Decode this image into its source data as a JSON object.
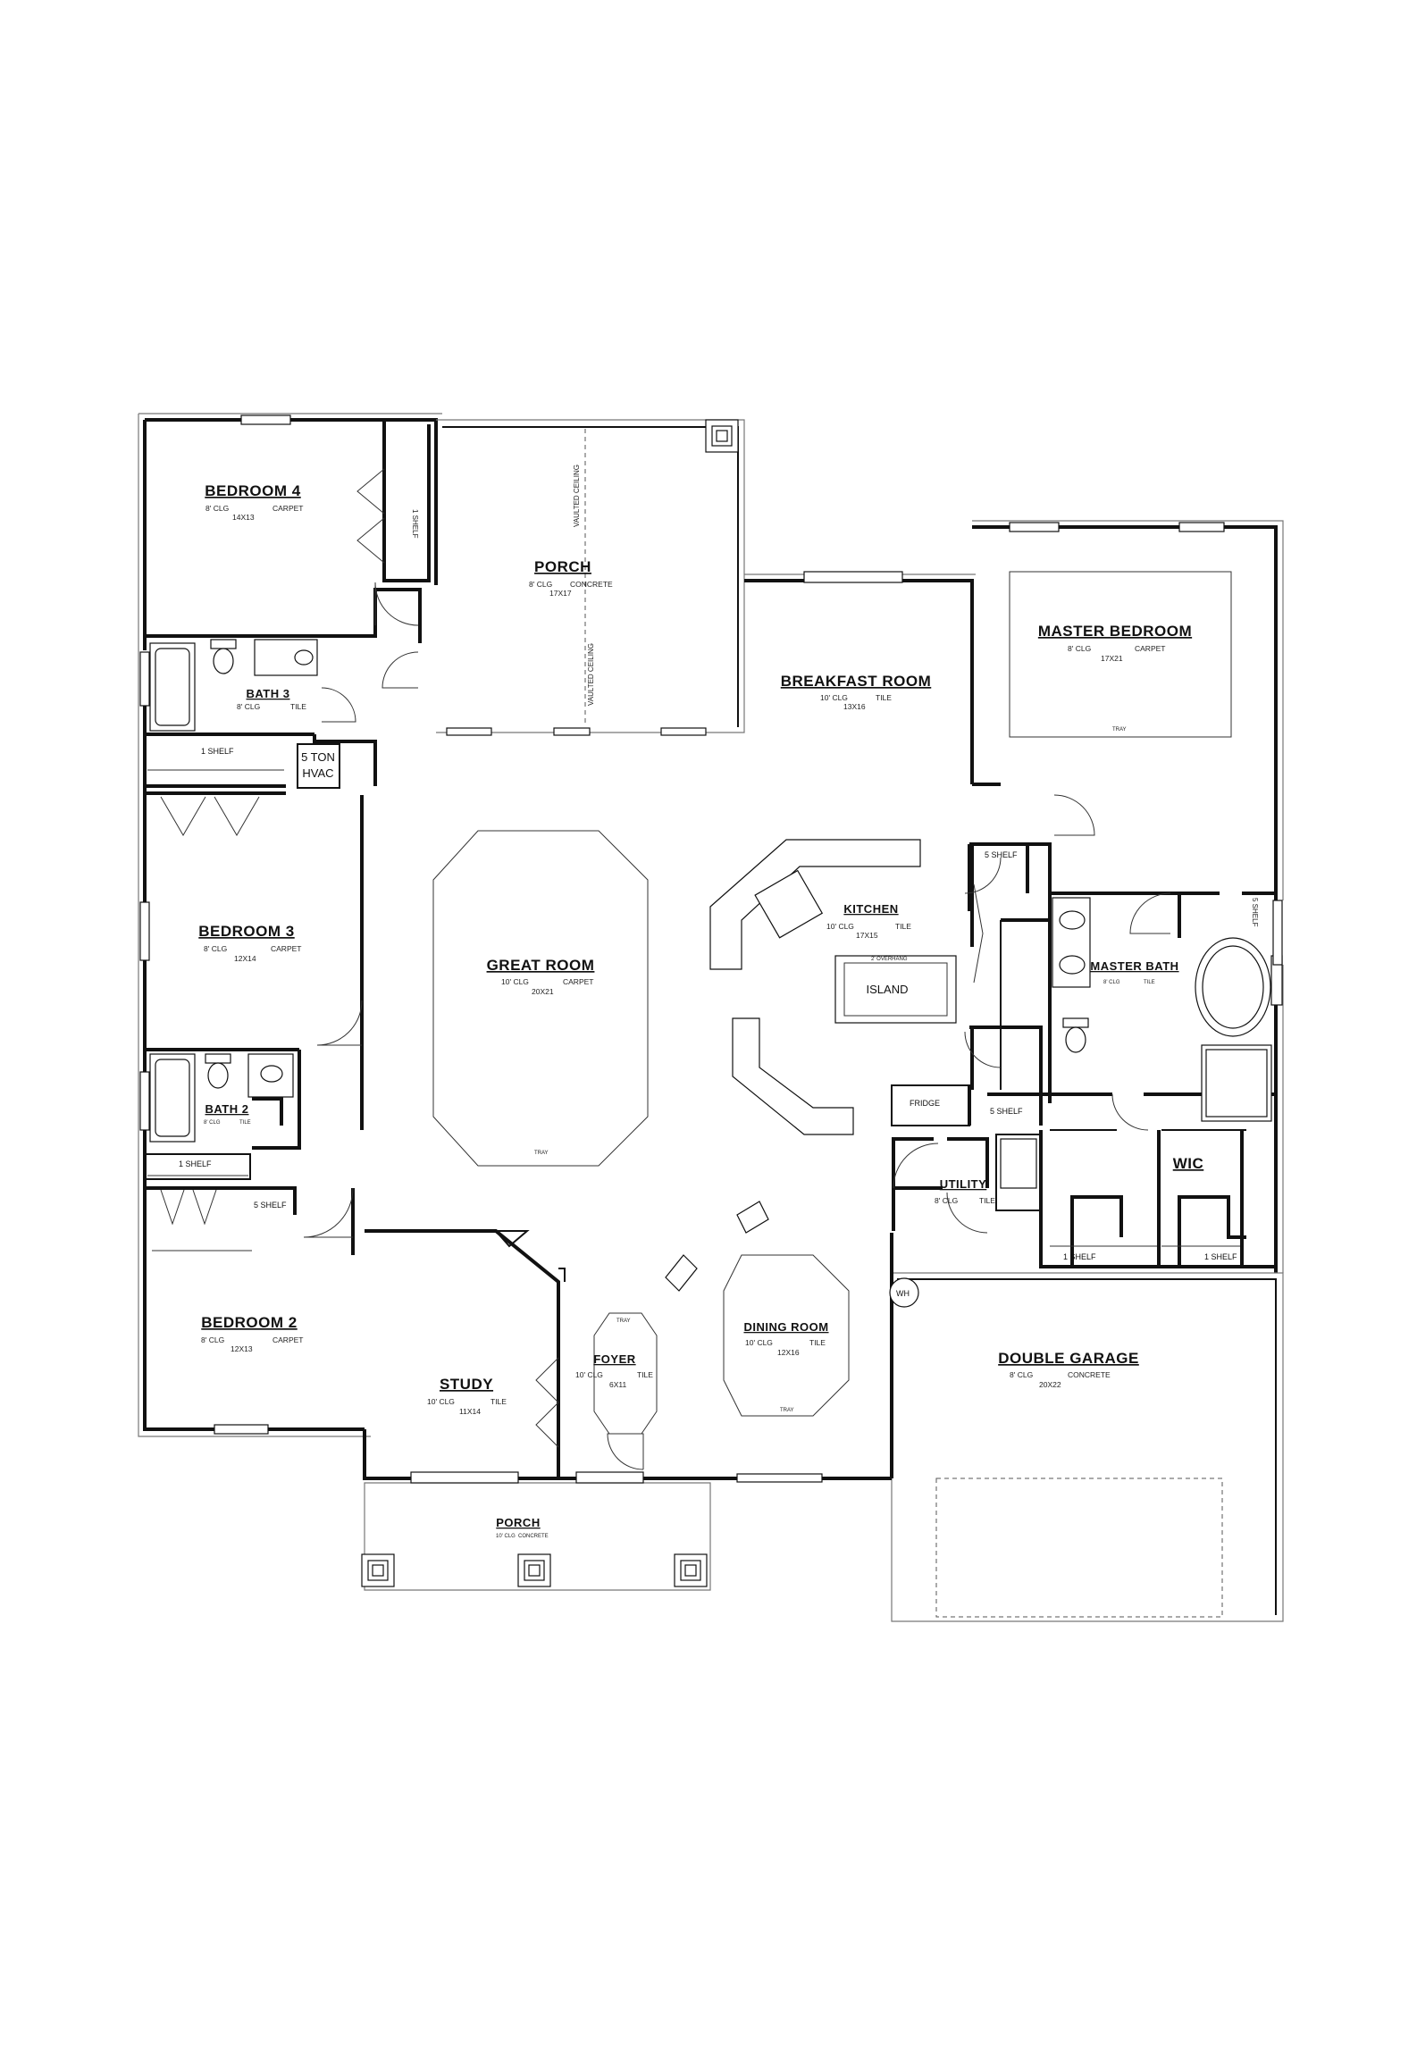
{
  "rooms": {
    "bedroom4": {
      "name": "BEDROOM 4",
      "ceiling": "8' CLG",
      "floor": "CARPET",
      "size": "14X13"
    },
    "porch_rear": {
      "name": "PORCH",
      "ceiling": "8' CLG",
      "floor": "CONCRETE",
      "size": "17X17"
    },
    "breakfast": {
      "name": "BREAKFAST ROOM",
      "ceiling": "10' CLG",
      "floor": "TILE",
      "size": "13X16"
    },
    "master_bedroom": {
      "name": "MASTER BEDROOM",
      "ceiling": "8' CLG",
      "floor": "CARPET",
      "size": "17X21",
      "note": "TRAY"
    },
    "bath3": {
      "name": "BATH 3",
      "ceiling": "8' CLG",
      "floor": "TILE"
    },
    "great_room": {
      "name": "GREAT ROOM",
      "ceiling": "10' CLG",
      "floor": "CARPET",
      "size": "20X21",
      "note": "TRAY"
    },
    "kitchen": {
      "name": "KITCHEN",
      "ceiling": "10' CLG",
      "floor": "TILE",
      "size": "17X15"
    },
    "master_bath": {
      "name": "MASTER BATH",
      "ceiling": "8' CLG",
      "floor": "TILE"
    },
    "bedroom3": {
      "name": "BEDROOM 3",
      "ceiling": "8' CLG",
      "floor": "CARPET",
      "size": "12X14"
    },
    "bath2": {
      "name": "BATH 2",
      "ceiling": "8' CLG",
      "floor": "TILE"
    },
    "utility": {
      "name": "UTILITY",
      "ceiling": "8' CLG",
      "floor": "TILE"
    },
    "wic": {
      "name": "WIC"
    },
    "bedroom2": {
      "name": "BEDROOM 2",
      "ceiling": "8' CLG",
      "floor": "CARPET",
      "size": "12X13"
    },
    "dining": {
      "name": "DINING ROOM",
      "ceiling": "10' CLG",
      "floor": "TILE",
      "size": "12X16",
      "note": "TRAY"
    },
    "foyer": {
      "name": "FOYER",
      "ceiling": "10' CLG",
      "floor": "TILE",
      "size": "6X11",
      "note": "TRAY"
    },
    "study": {
      "name": "STUDY",
      "ceiling": "10' CLG",
      "floor": "TILE",
      "size": "11X14"
    },
    "garage": {
      "name": "DOUBLE GARAGE",
      "ceiling": "8' CLG",
      "floor": "CONCRETE",
      "size": "20X22"
    },
    "porch_front": {
      "name": "PORCH",
      "ceiling": "10' CLG",
      "floor": "CONCRETE"
    }
  },
  "labels": {
    "one_shelf": "1 SHELF",
    "five_shelf": "5 SHELF",
    "hvac_line1": "5 TON",
    "hvac_line2": "HVAC",
    "vaulted": "VAULTED CEILING",
    "island": "ISLAND",
    "overhang": "2' OVERHANG",
    "fridge": "FRIDGE",
    "water_heater": "WH"
  }
}
